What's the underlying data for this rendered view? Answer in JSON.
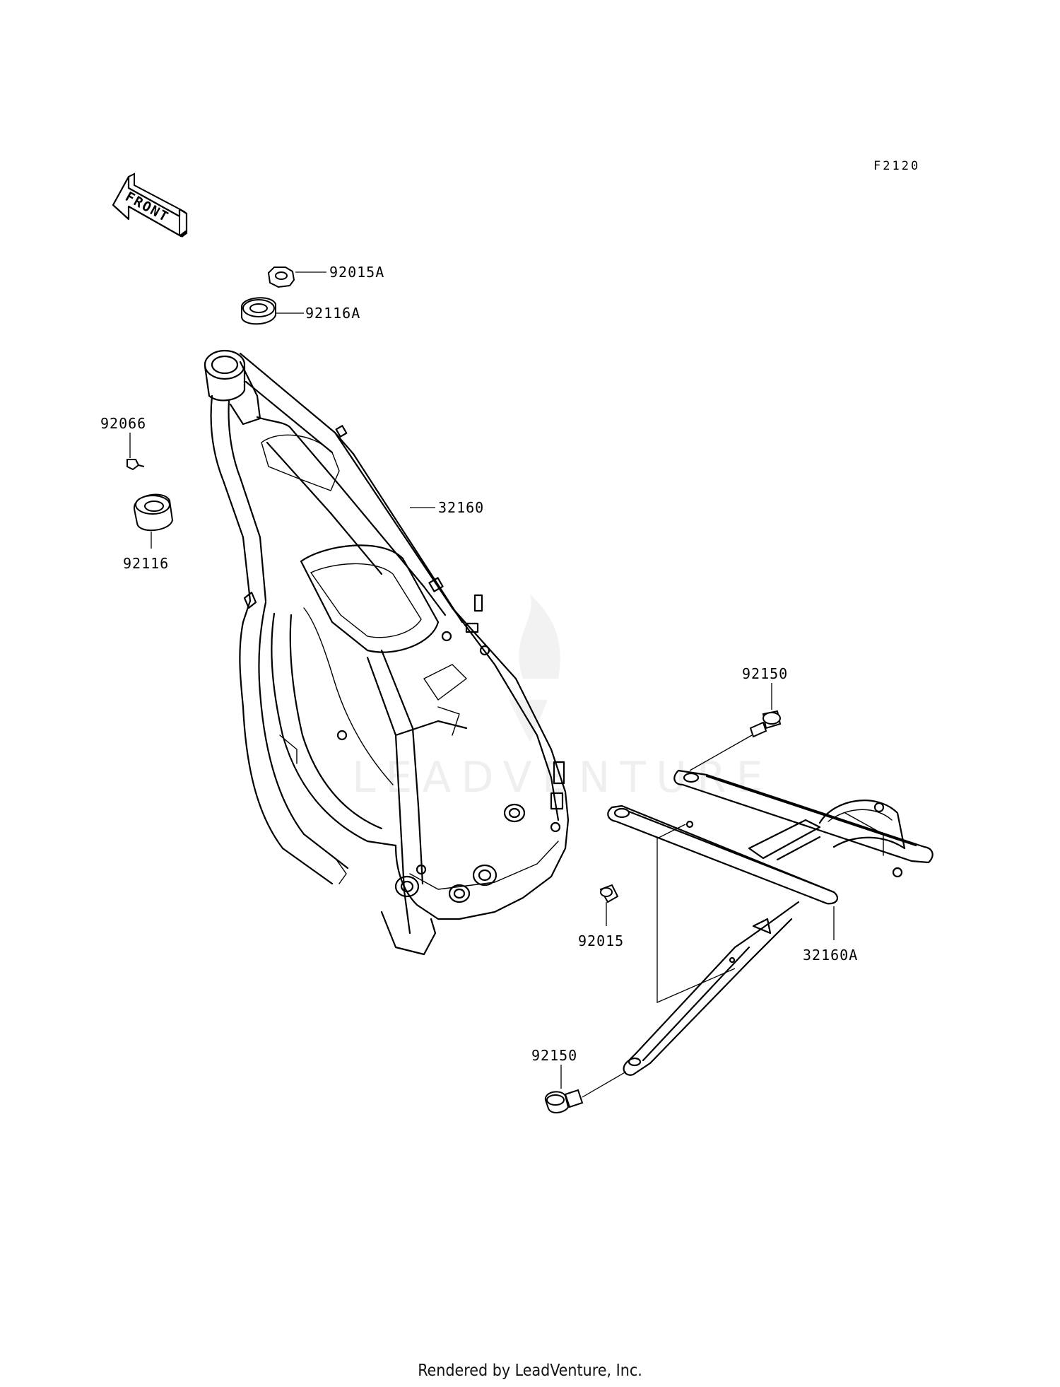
{
  "diagram": {
    "code": "F2120",
    "front_label": "FRONT",
    "watermark_text": "LEADVENTURE",
    "parts": {
      "p92015A": "92015A",
      "p92116A": "92116A",
      "p92066": "92066",
      "p92116": "92116",
      "p32160": "32160",
      "p92150_top": "92150",
      "p92015": "92015",
      "p32160A": "32160A",
      "p92150_bottom": "92150"
    }
  },
  "footer": {
    "text": "Rendered by LeadVenture, Inc."
  }
}
